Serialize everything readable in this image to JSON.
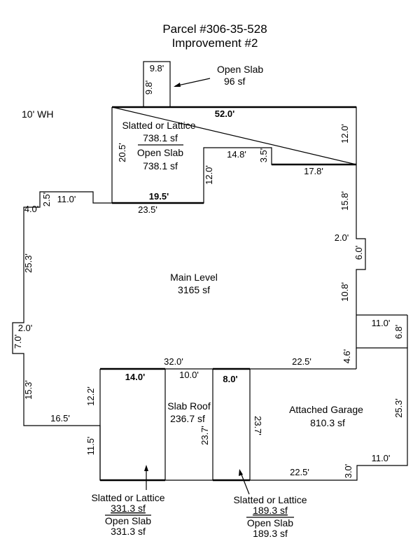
{
  "title": {
    "line1": "Parcel #306-35-528",
    "line2": "Improvement #2"
  },
  "wall_height": "10' WH",
  "areas": {
    "open_slab_top": {
      "name": "Open Slab",
      "size": "96 sf"
    },
    "slatted_top": {
      "name": "Slatted or Lattice",
      "size": "738.1 sf",
      "name2": "Open Slab",
      "size2": "738.1 sf"
    },
    "main_level": {
      "name": "Main Level",
      "size": "3165 sf"
    },
    "slab_roof": {
      "name": "Slab Roof",
      "size": "236.7 sf"
    },
    "garage": {
      "name": "Attached Garage",
      "size": "810.3 sf"
    },
    "slatted_left": {
      "name": "Slatted or Lattice",
      "size": "331.3 sf",
      "name2": "Open Slab",
      "size2": "331.3 sf"
    },
    "slatted_right": {
      "name": "Slatted or Lattice",
      "size": "189.3 sf",
      "name2": "Open Slab",
      "size2": "189.3 sf"
    }
  },
  "dimensions": {
    "slab_top_w": "9.8'",
    "slab_top_h": "9.8'",
    "top_52": "52.0'",
    "right_12": "12.0'",
    "left_20_5": "20.5'",
    "inner_12": "12.0'",
    "step_14_8": "14.8'",
    "step_3_5": "3.5'",
    "step_17_8": "17.8'",
    "bold_19_5": "19.5'",
    "under_23_5": "23.5'",
    "left_11": "11.0'",
    "left_2_5": "2.5'",
    "left_4": "4.0'",
    "right_15_8": "15.8'",
    "right_2": "2.0'",
    "right_6": "6.0'",
    "left_25_3": "25.3'",
    "right_10_8": "10.8'",
    "left_2": "2.0'",
    "left_7": "7.0'",
    "right_11_top": "11.0'",
    "right_6_8": "6.8'",
    "right_4_6": "4.6'",
    "mid_32": "32.0'",
    "mid_22_5_top": "22.5'",
    "bold_14": "14.0'",
    "mid_10": "10.0'",
    "bold_8": "8.0'",
    "left_15_3": "15.3'",
    "mid_12_2": "12.2'",
    "bottom_16_5": "16.5'",
    "mid_11_5": "11.5'",
    "slab_23_7": "23.7'",
    "garage_23_7": "23.7'",
    "garage_25_3": "25.3'",
    "garage_11": "11.0'",
    "garage_3": "3.0'",
    "bottom_22_5": "22.5'"
  }
}
